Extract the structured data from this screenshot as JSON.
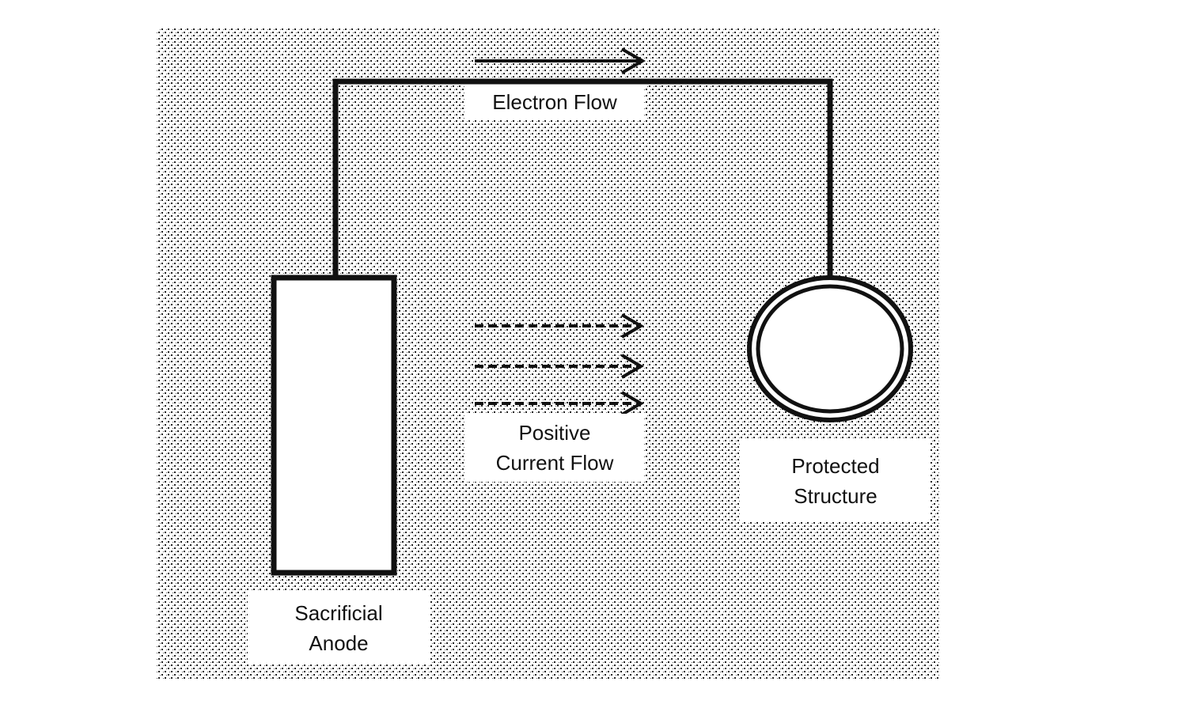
{
  "diagram": {
    "labels": {
      "electron_flow": "Electron Flow",
      "current_flow_line1": "Positive",
      "current_flow_line2": "Current Flow",
      "structure_line1": "Protected",
      "structure_line2": "Structure",
      "anode_line1": "Sacrificial",
      "anode_line2": "Anode"
    },
    "colors": {
      "line": "#111111",
      "background": "#ffffff",
      "stipple": "#222222"
    }
  }
}
